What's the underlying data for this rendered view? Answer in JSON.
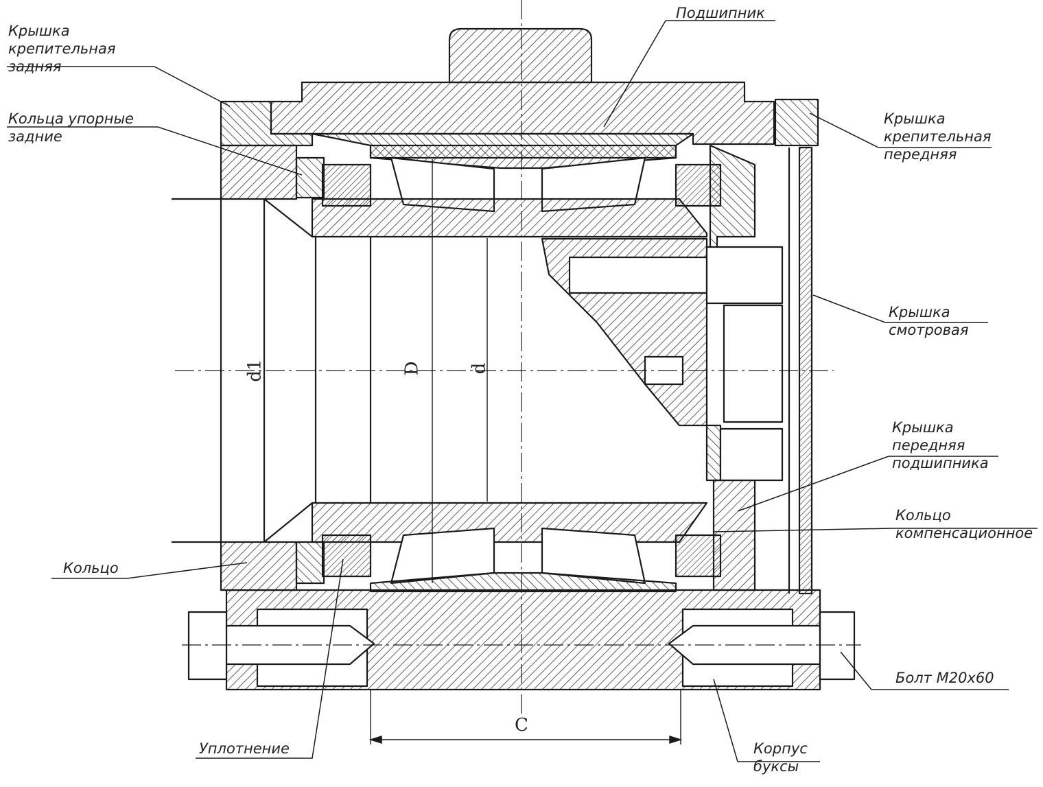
{
  "labels": {
    "rear_fixing_cover": [
      "Крышка",
      "крепительная",
      "задняя"
    ],
    "rear_thrust_ring": [
      "Кольца упорные",
      "задние"
    ],
    "bearing": [
      "Подшипник"
    ],
    "front_fixing_cover": [
      "Крышка",
      "крепительная",
      "передняя"
    ],
    "inspection_cover": [
      "Крышка",
      "смотровая"
    ],
    "bearing_front_cover": [
      "Крышка",
      "передняя",
      "подшипника"
    ],
    "compensation_ring": [
      "Кольцо",
      "компенсационное"
    ],
    "ring": [
      "Кольцо"
    ],
    "bolt": [
      "Болт М20х60"
    ],
    "seal": [
      "Уплотнение"
    ],
    "axle_box_housing": [
      "Корпус",
      "буксы"
    ]
  },
  "dimensions": {
    "d1": "d1",
    "D": "D",
    "d": "d",
    "C": "C"
  },
  "colors": {
    "line": "#1a1a1a",
    "hatch": "#333333",
    "background": "#ffffff"
  }
}
